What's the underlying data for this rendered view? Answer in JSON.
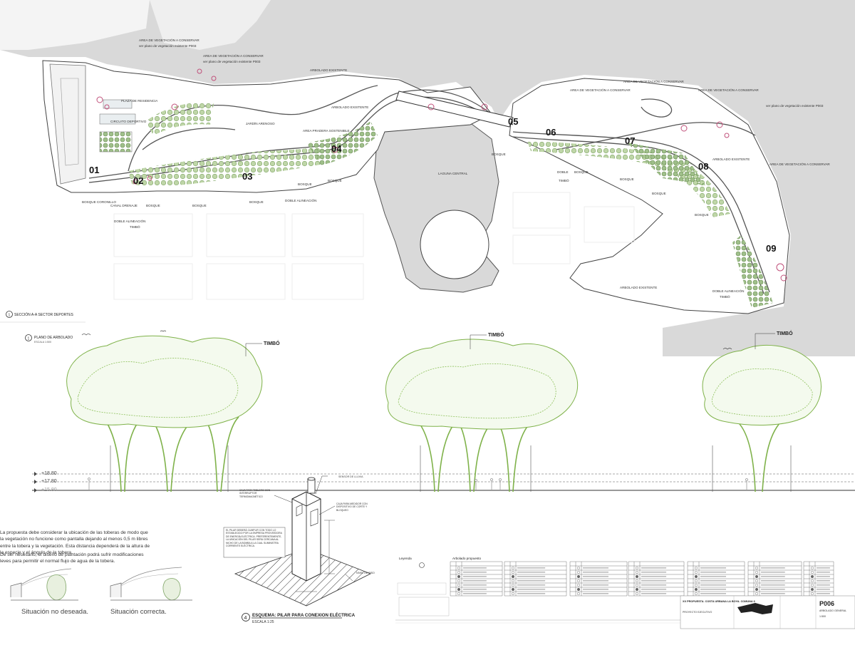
{
  "sheet": {
    "project_title": "XX PROPUESTA. COSTA URBANA LA BOYA. COMUNA 6",
    "sheet_code": "P006",
    "sheet_name": "ARBOLADO GENERAL",
    "scale_text": "1:500",
    "cover_label": "PROYECTO EJECUTIVO"
  },
  "plan": {
    "section_label": "SECCIÓN A-A SECTOR DEPORTES",
    "lagoon_label": "LAGUNA CENTRAL",
    "zone_numbers": [
      "01",
      "02",
      "03",
      "04",
      "05",
      "06",
      "07",
      "08",
      "09"
    ],
    "preserve_label": "AREA DE VEGETACIÓN A CONSERVAR",
    "preserve_sub": "ver plano de vegetación existente P003",
    "existing_trees": "ARBOLADO EXISTENTE",
    "plaza_label": "PLAZA DE RESIDENCIA",
    "sports_label": "CIRCUITO DEPORTIVO",
    "garden_label": "JARDÍN ARENOSO",
    "meadow_label": "AREA PRADERA SOSTENIBLE",
    "forest": "BOSQUE",
    "forest_coronillo": "BOSQUE CORONILLO",
    "drainage": "CANAL DRENAJE",
    "double_align": "DOBLE ALINEACIÓN",
    "timbo": "TIMBÓ",
    "double": "DOBLE"
  },
  "section": {
    "title": "PLANO DE ARBOLADO",
    "scale": "ESCALA 1:500",
    "tree_label": "TIMBÓ",
    "levels": [
      "+18.80",
      "+17.80",
      "+15.80"
    ],
    "rain_label": "SENSOR DE LLUVIA"
  },
  "notes": {
    "para1": "La propuesta debe considerar la ubicación de las toberas de modo que la vegetación no funcione como pantalla dejando al menos 0,5 m libres entre la tobera y la vegetación. Esta distancia dependerá de la altura de la especie y el ángulo de la tobera.",
    "para2": "De ser necesario, el diseño de plantación podrá sufrir modificaciones leves para permitir el normal flujo de agua de la tobera.",
    "bad": "Situación no deseada.",
    "good": "Situación correcta."
  },
  "detail": {
    "number": "4",
    "title": "ESQUEMA: PILAR PARA CONEXION ELÉCTRICA",
    "scale": "ESCALA 1:25",
    "box_label": "CAJA PARA TABLERO CON INTERRUPTOR TERMOMAGNÉTICO",
    "meter_label": "CAJA PARA MEDIDOR CON DISPOSITIVO DE CORTE Y BLOQUEO",
    "note": "EL PILAR DEBERÁ CUMPLIR CON TODO LO ESTABLECIDO POR LA EMPRESA PROVEEDORA DE ENERGÍA ELÉCTRICA. PREFERENTEMENTE, LA UBICACIÓN DEL PILAR SERÁ CERCANA AL NICHO DE LA BOMBA A LA CUAL SUMINISTRA CORRIENTE ELÉCTRICA.",
    "floor": "NIVEL DE PISO"
  },
  "legend": {
    "title": "Leyenda",
    "table_title": "Arbolado propuesto"
  },
  "colors": {
    "water": "#d9d9d9",
    "tree_stroke": "#7fb24a",
    "planting": "#9fbf8a",
    "path": "#555555",
    "highlight": "#c0507a"
  }
}
